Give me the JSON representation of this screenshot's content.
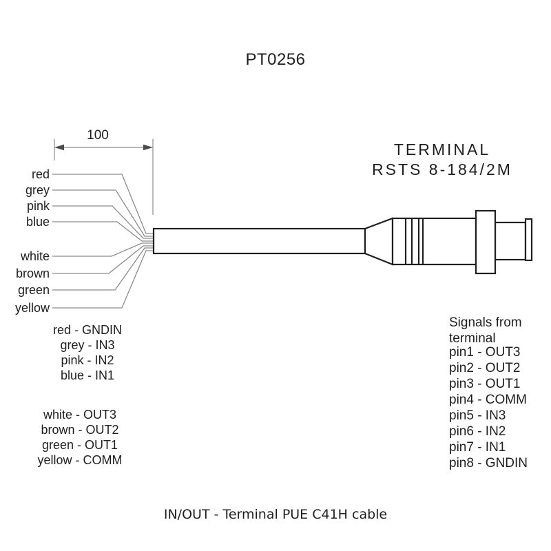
{
  "title": "PT0256",
  "dimension_label": "100",
  "terminal_label": {
    "line1": "TERMINAL",
    "line2": "RSTS 8-184/2M"
  },
  "wire_labels": {
    "top": [
      "red",
      "grey",
      "pink",
      "blue"
    ],
    "bottom": [
      "white",
      "brown",
      "green",
      "yellow"
    ]
  },
  "wire_signal_map": {
    "inputs": [
      "red - GNDIN",
      "grey - IN3",
      "pink - IN2",
      "blue - IN1"
    ],
    "outputs": [
      "white - OUT3",
      "brown - OUT2",
      "green - OUT1",
      "yellow - COMM"
    ]
  },
  "terminal_signals": {
    "heading_line1": "Signals from",
    "heading_line2": "terminal",
    "pins": [
      "pin1 - OUT3",
      "pin2 - OUT2",
      "pin3 - OUT1",
      "pin4 - COMM",
      "pin5 - IN3",
      "pin6 - IN2",
      "pin7 - IN1",
      "pin8 - GNDIN"
    ]
  },
  "caption": "IN/OUT - Terminal PUE C41H cable",
  "colors": {
    "ink": "#1f1f1f",
    "thin_line": "#8a8a8a",
    "outline": "#1f1f1f",
    "background": "#ffffff"
  }
}
